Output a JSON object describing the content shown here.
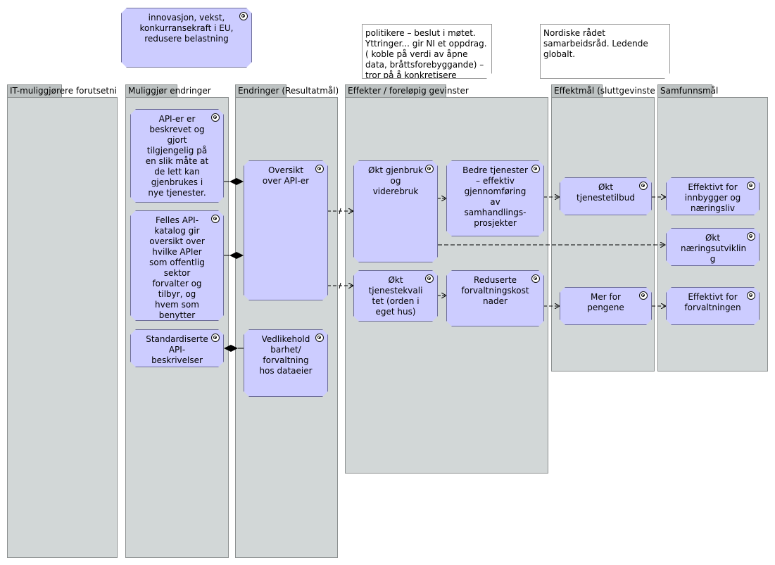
{
  "top_goal": {
    "text": "innovasjon, vekst, konkurransekraft i EU, redusere belastning"
  },
  "notes": [
    {
      "text": "politikere – beslut i møtet. Yttringer... gir NI et oppdrag.( koble på verdi av åpne data, bråttsforebyggande) – tror på å konkretisere"
    },
    {
      "text": "Nordiske rådet samarbeidsråd. Ledende globalt."
    }
  ],
  "lanes": [
    {
      "title": "IT-muliggjørere forutsetni"
    },
    {
      "title": "Muliggjør endringer"
    },
    {
      "title": "Endringer (Resultatmål)"
    },
    {
      "title": "Effekter / foreløpig gevinster"
    },
    {
      "title": "Effektmål (sluttgevinster"
    },
    {
      "title": "Samfunnsmål"
    }
  ],
  "goals": {
    "api_beskrevet": "API-er er beskrevet og gjort tilgjengelig på en slik måte at de lett kan gjenbrukes i nye tjenester.",
    "felles_katalog": "Felles API-katalog gir oversikt over hvilke APIer som offentlig sektor forvalter og tilbyr, og hvem som benytter tienestene",
    "standardiserte": "Standardiserte API-beskrivelser",
    "oversikt": "Oversikt over API-er",
    "vedlikehold": "Vedlikehold barhet/ forvaltning hos dataeier",
    "okt_gjenbruk": "Økt gjenbruk og viderebruk",
    "okt_kvalitet": "Økt tjenestekvali tet (orden i eget hus)",
    "bedre_tjenester": "Bedre tjenester – effektiv gjennomføring av samhandlings-prosjekter",
    "reduserte": "Reduserte forvaltningskost nader",
    "okt_tjenestetilbud": "Økt tjenestetilbud",
    "mer_for_pengene": "Mer for pengene",
    "effektivt_innbygger": "Effektivt for innbygger og næringsliv",
    "okt_naering": "Økt næringsutviklin g",
    "effektivt_forvaltning": "Effektivt for forvaltningen"
  },
  "colors": {
    "lane_fill": "#d2d7d7",
    "lane_tab": "#bdc2c2",
    "goal_fill": "#ccccff",
    "line": "#000000"
  }
}
